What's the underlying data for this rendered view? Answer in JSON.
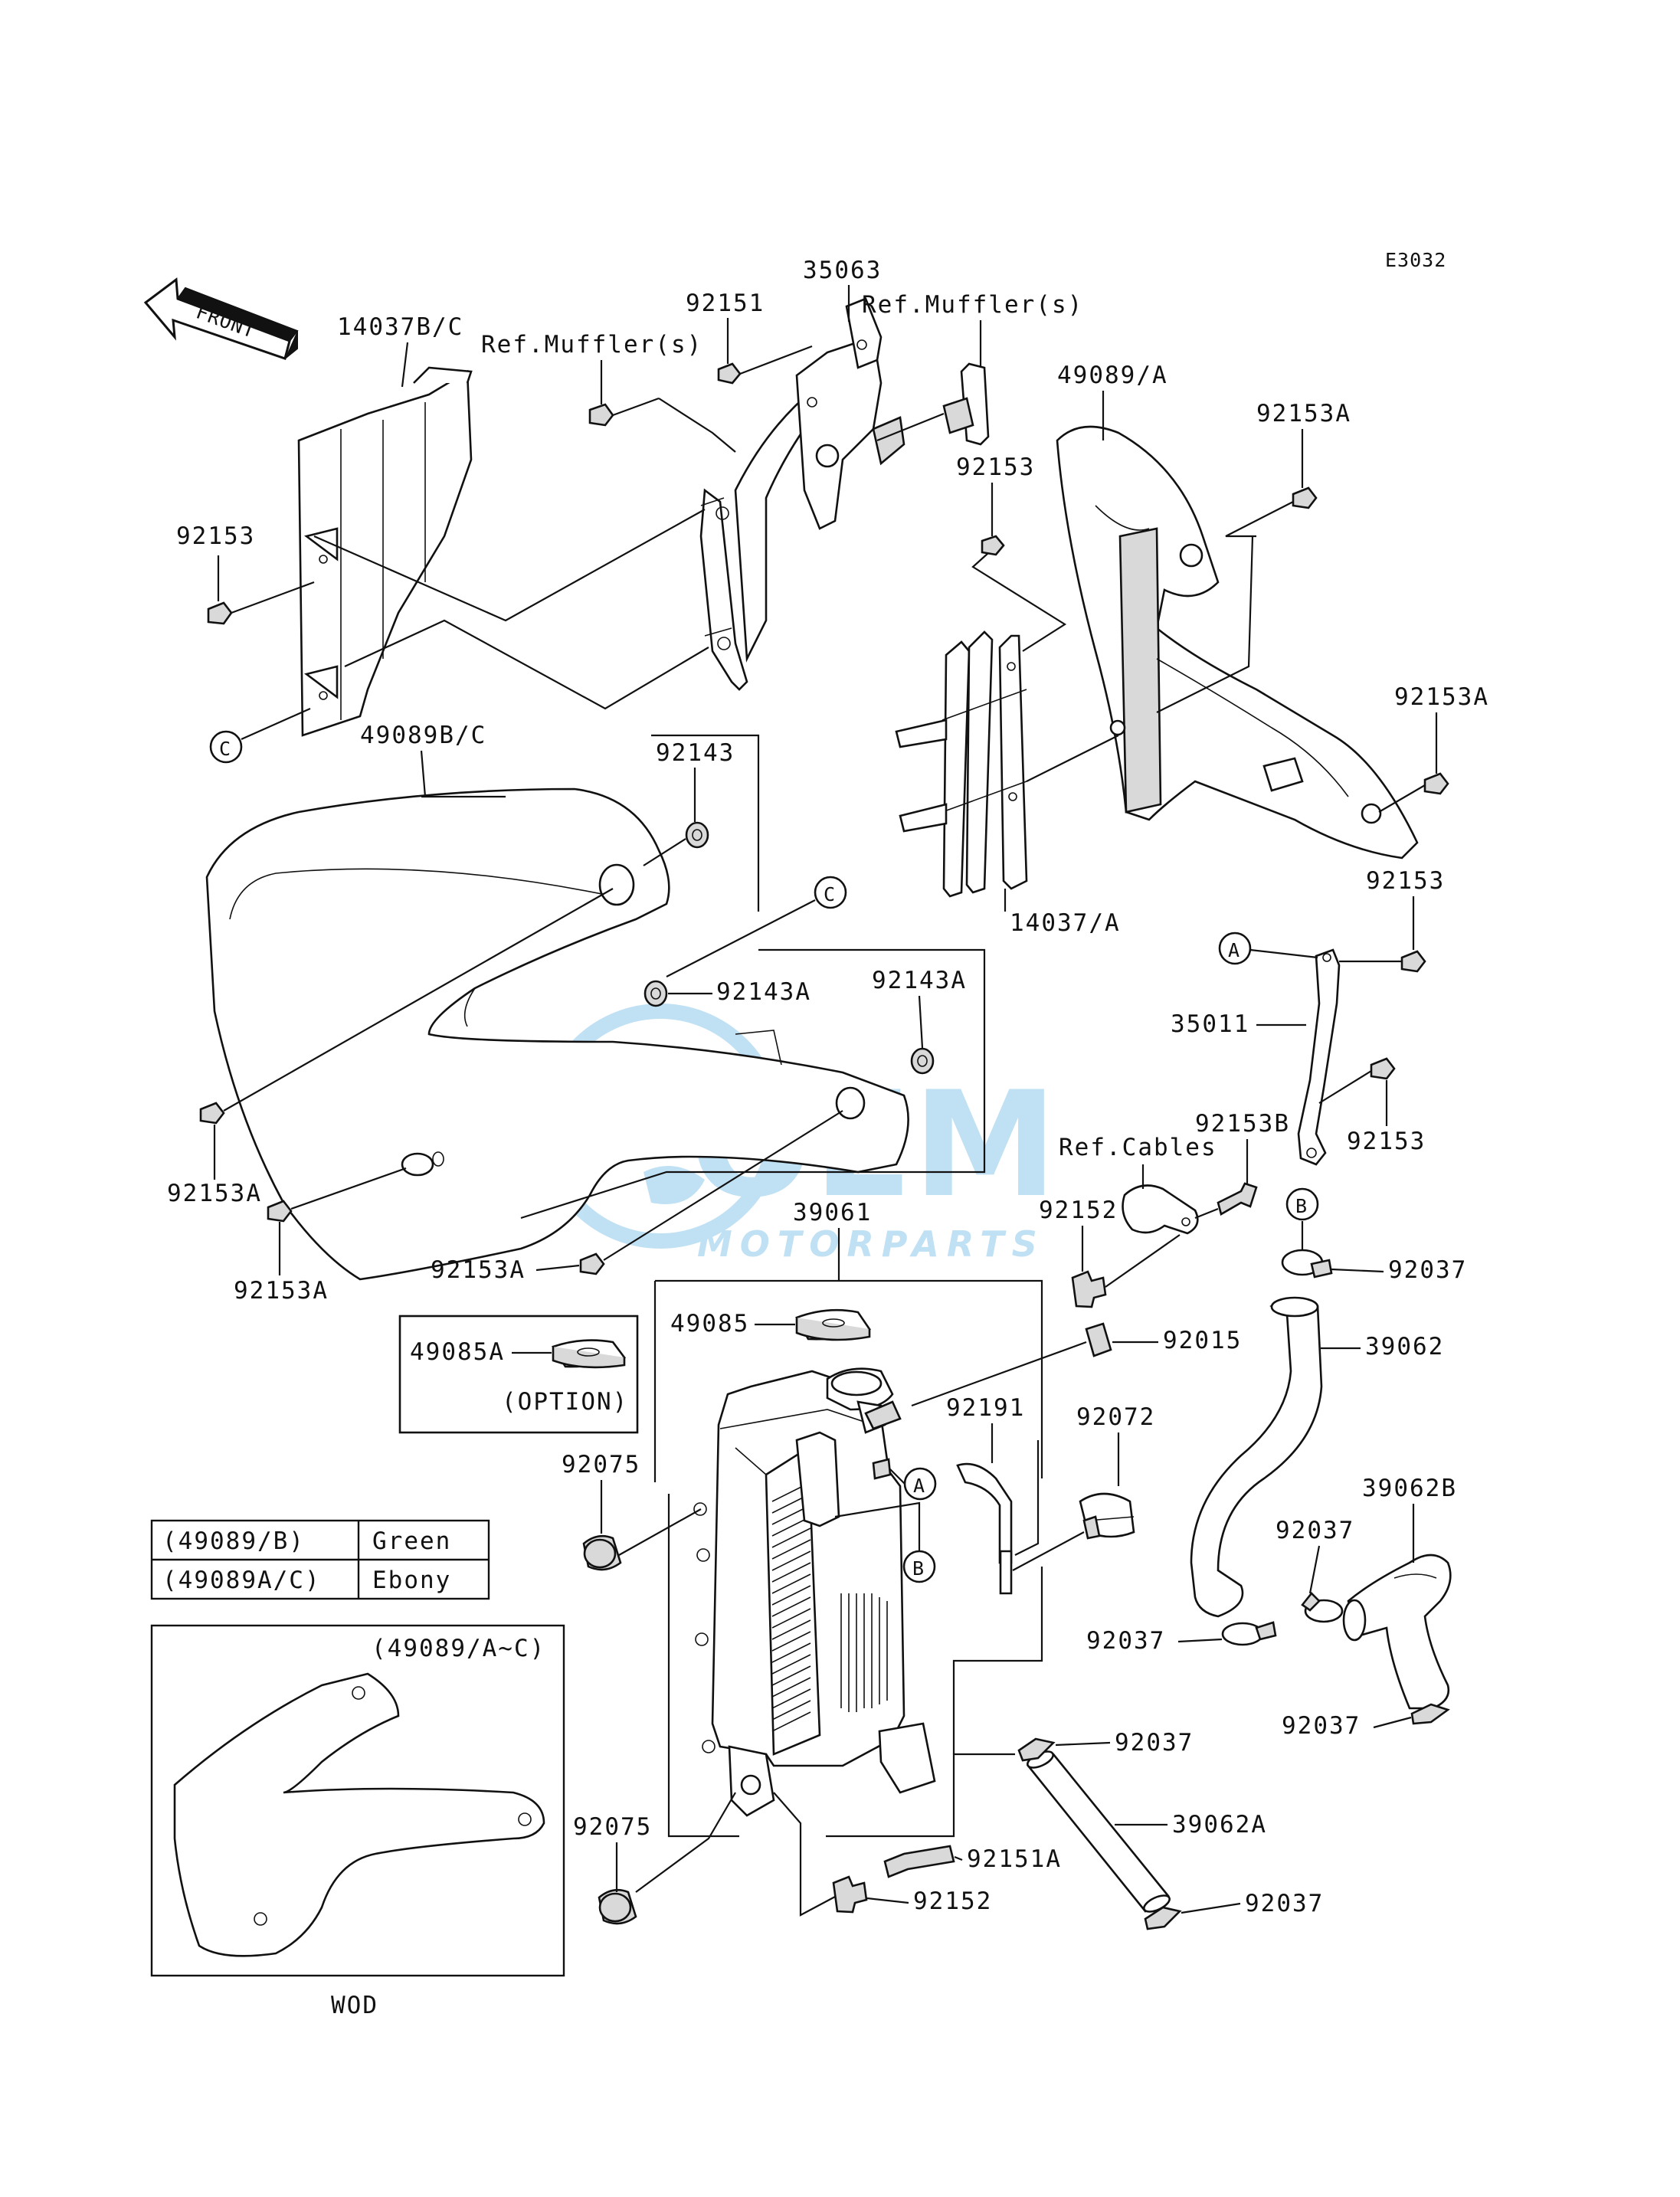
{
  "diagram_code": "E3032",
  "front_arrow": "FRONT",
  "watermark": {
    "brand": "OEM",
    "sub": "MOTORPARTS",
    "color": "#8ec8ec"
  },
  "labels": {
    "p14037bc": "14037B/C",
    "ref_muffler_left": "Ref.Muffler(s)",
    "p92151_top": "92151",
    "p35063": "35063",
    "ref_muffler_right": "Ref.Muffler(s)",
    "p49089a": "49089/A",
    "p92153a_top": "92153A",
    "p92153_left": "92153",
    "p92153_mid": "92153",
    "p92153a_right": "92153A",
    "p49089bc": "49089B/C",
    "p92143": "92143",
    "p14037a": "14037/A",
    "p92153_35011": "92153",
    "p92143a_1": "92143A",
    "p92143a_2": "92143A",
    "p35011": "35011",
    "p92153_lower": "92153",
    "p92153a_l1": "92153A",
    "p92153a_l2": "92153A",
    "p92153a_l3": "92153A",
    "ref_cables": "Ref.Cables",
    "p92153b": "92153B",
    "p39061": "39061",
    "p92152_top": "92152",
    "p92037_top": "92037",
    "p49085": "49085",
    "p49085a": "49085A",
    "option": "(OPTION)",
    "p92015": "92015",
    "p39062": "39062",
    "p92191": "92191",
    "p92072": "92072",
    "p92075_top": "92075",
    "p39062b": "39062B",
    "p92037_mid": "92037",
    "p92037_left": "92037",
    "p92037_right": "92037",
    "p92037_a": "92037",
    "p39062a": "39062A",
    "p92075_bottom": "92075",
    "p92151a": "92151A",
    "p92152_bottom": "92152",
    "p92037_bottom": "92037",
    "callout_a": "A",
    "callout_b": "B",
    "callout_c": "C"
  },
  "color_table": [
    {
      "code": "(49089/B)",
      "color": "Green"
    },
    {
      "code": "(49089A/C)",
      "color": "Ebony"
    }
  ],
  "inset": {
    "title": "(49089/A~C)",
    "caption": "WOD"
  }
}
